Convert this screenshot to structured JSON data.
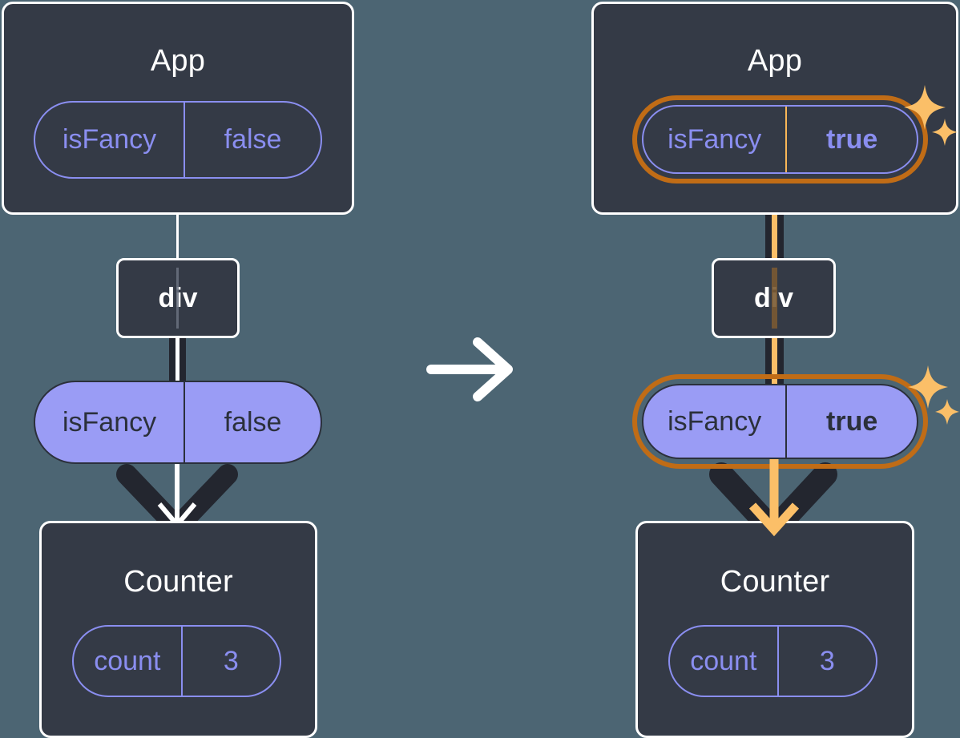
{
  "diagram": {
    "title": "React state lifting: isFancy prop propagation",
    "background_color": "#4c6573",
    "transition_icon": "right-arrow-icon",
    "panels": [
      {
        "id": "before",
        "app": {
          "title": "App",
          "state_pill": {
            "name": "isFancy",
            "value": "false",
            "highlighted": false,
            "bold_value": false
          }
        },
        "div_node": {
          "label": "div"
        },
        "prop_pill": {
          "name": "isFancy",
          "value": "false",
          "highlighted": false,
          "bold_value": false
        },
        "counter": {
          "title": "Counter",
          "state_pill": {
            "name": "count",
            "value": "3",
            "highlighted": false,
            "bold_value": false
          }
        },
        "sparkles": false
      },
      {
        "id": "after",
        "app": {
          "title": "App",
          "state_pill": {
            "name": "isFancy",
            "value": "true",
            "highlighted": true,
            "bold_value": true
          }
        },
        "div_node": {
          "label": "div"
        },
        "prop_pill": {
          "name": "isFancy",
          "value": "true",
          "highlighted": true,
          "bold_value": true
        },
        "counter": {
          "title": "Counter",
          "state_pill": {
            "name": "count",
            "value": "3",
            "highlighted": false,
            "bold_value": false
          }
        },
        "sparkles": true
      }
    ],
    "colors": {
      "box_fill": "#343a46",
      "box_border": "#ffffff",
      "pill_outline": "#8a8ef0",
      "pill_fill": "#9a9cf5",
      "pill_text_dark": "#2b303b",
      "highlight_outer": "#c06c16",
      "highlight_inner": "#f9b757",
      "sparkle": "#fbbf68",
      "edge_dark": "#23262f",
      "edge_white": "#ffffff",
      "edge_amber": "#fbbf68"
    }
  }
}
